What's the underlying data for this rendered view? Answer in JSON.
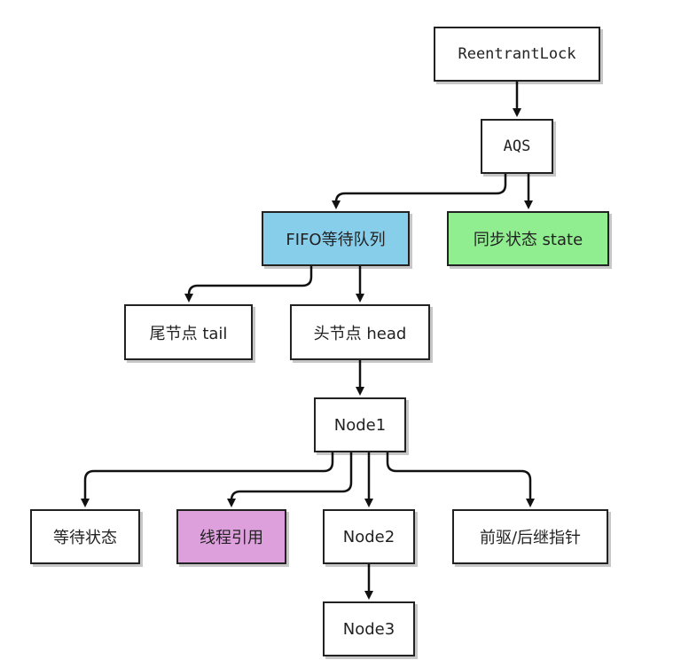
{
  "nodes": {
    "reentrant_lock": "ReentrantLock",
    "aqs": "AQS",
    "fifo_queue": "FIFO等待队列",
    "sync_state": "同步状态 state",
    "tail": "尾节点 tail",
    "head": "头节点 head",
    "node1": "Node1",
    "wait_status": "等待状态",
    "thread_ref": "线程引用",
    "node2": "Node2",
    "prev_next_ptr": "前驱/后继指针",
    "node3": "Node3"
  },
  "colors": {
    "fifo_fill": "#87ceeb",
    "state_fill": "#90ee90",
    "thread_fill": "#dda0dd",
    "stroke": "#222222"
  }
}
